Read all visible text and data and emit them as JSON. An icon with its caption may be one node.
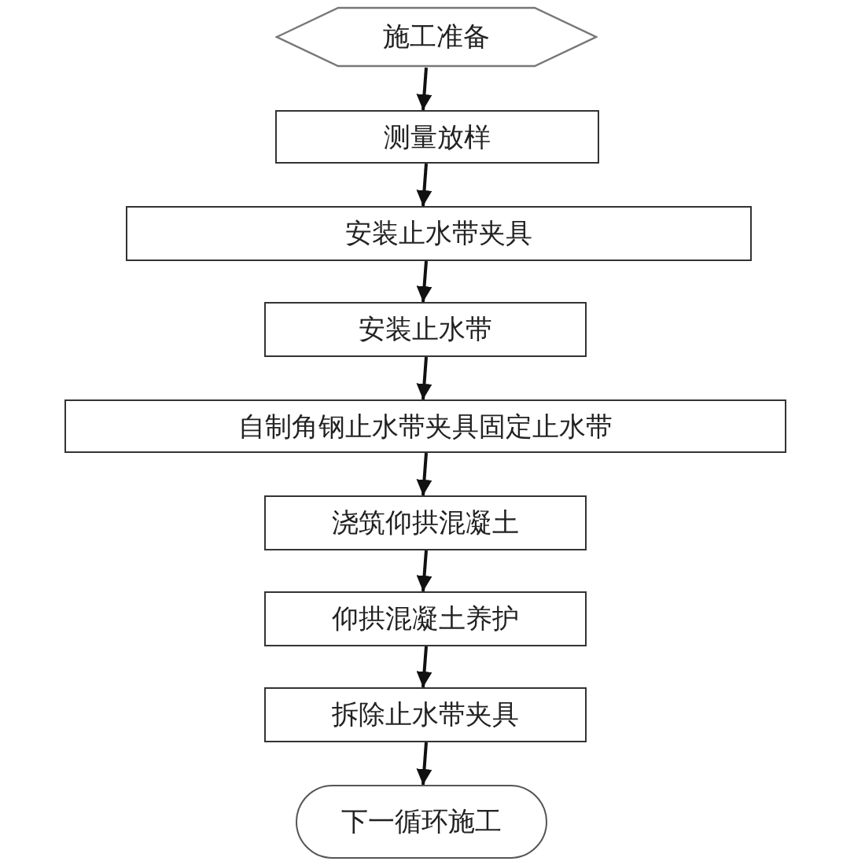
{
  "diagram": {
    "nodes": [
      {
        "text": [
          "施工准备"
        ]
      },
      {
        "text": [
          "测量放样"
        ]
      },
      {
        "text": [
          "安装止水带夹具"
        ]
      },
      {
        "text": [
          "安装止水带"
        ]
      },
      {
        "text": [
          "自制角钢止水带夹具固定止水带"
        ]
      },
      {
        "text": [
          "浇筑仰拱混凝土"
        ]
      },
      {
        "text": [
          "仰拱混凝土养护"
        ]
      },
      {
        "text": [
          "拆除止水带夹具"
        ]
      },
      {
        "text": [
          "下一循环施工"
        ]
      }
    ],
    "edges": [
      {
        "from": 0,
        "to": 1,
        "arrow": "to"
      },
      {
        "from": 1,
        "to": 2,
        "arrow": "to"
      },
      {
        "from": 2,
        "to": 3,
        "arrow": "to"
      },
      {
        "from": 3,
        "to": 4,
        "arrow": "to"
      },
      {
        "from": 4,
        "to": 5,
        "arrow": "to"
      },
      {
        "from": 5,
        "to": 6,
        "arrow": "to"
      },
      {
        "from": 6,
        "to": 7,
        "arrow": "to"
      },
      {
        "from": 7,
        "to": 8,
        "arrow": "to"
      }
    ]
  }
}
